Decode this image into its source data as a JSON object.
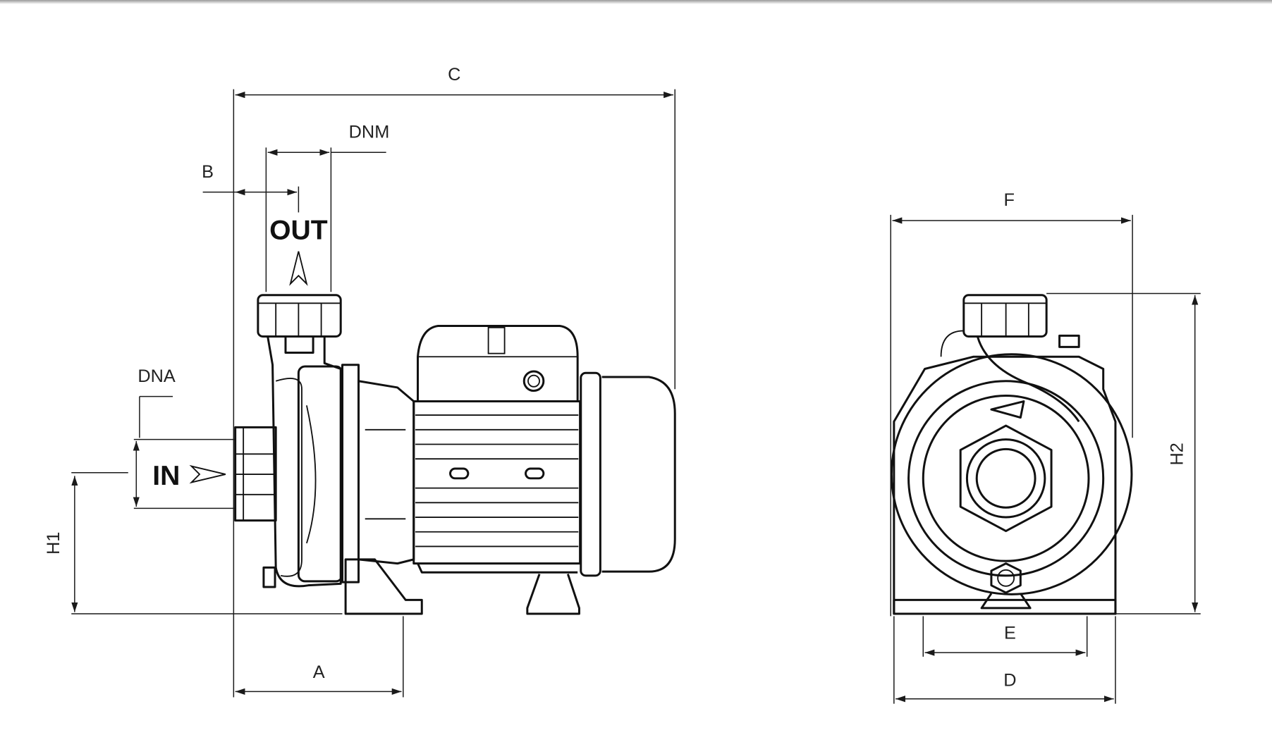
{
  "drawing": {
    "title": "Centrifugal pump dimensional drawing",
    "side_view": {
      "dimensions": {
        "overall_length": "C",
        "outlet_diameter": "DNM",
        "outlet_offset": "B",
        "inlet_diameter": "DNA",
        "inlet_height": "H1",
        "foot_offset": "A"
      },
      "flow_labels": {
        "outlet": "OUT",
        "inlet": "IN"
      }
    },
    "front_view": {
      "dimensions": {
        "overall_width": "F",
        "overall_height": "H2",
        "foot_spacing": "E",
        "base_width": "D"
      }
    }
  }
}
